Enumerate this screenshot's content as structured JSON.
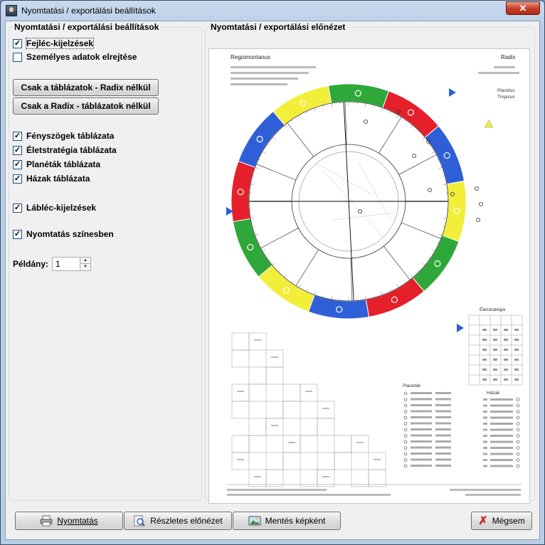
{
  "window": {
    "title": "Nyomtatási / exportálási beállítások"
  },
  "settings": {
    "group_title": "Nyomtatási / exportálási beállítások",
    "header_label": "Fejléc-kijelzések",
    "hide_personal_label": "Személyes adatok elrejtése",
    "tables_only_button": "Csak a táblázatok - Radix nélkül",
    "radix_only_button": "Csak a Radix - táblázatok nélkül",
    "aspects_label": "Fényszögek táblázata",
    "lifestrategy_label": "Életstratégia táblázata",
    "planets_label": "Planéták táblázata",
    "houses_label": "Házak táblázata",
    "footer_label": "Lábléc-kijelzések",
    "color_print_label": "Nyomtatás színesben",
    "copies_label": "Példány:",
    "copies_value": "1",
    "checked_mark": "✓"
  },
  "preview": {
    "group_title": "Nyomtatási / exportálási előnézet",
    "header_left": "Regiomontanus",
    "header_right": "Radix",
    "house_system": "Placidus",
    "zodiac": "Tropicus",
    "life_strategy_title": "Életstratégia",
    "planets_title": "Planéták",
    "houses_title": "Házak"
  },
  "buttons": {
    "print": "Nyomtatás",
    "detailed_preview": "Részletes előnézet",
    "save_image": "Mentés képként",
    "cancel": "Mégsem"
  },
  "colors": {
    "fire": "#e5202a",
    "earth": "#2fa83a",
    "air": "#f2ee3a",
    "water": "#2f5fd8"
  }
}
